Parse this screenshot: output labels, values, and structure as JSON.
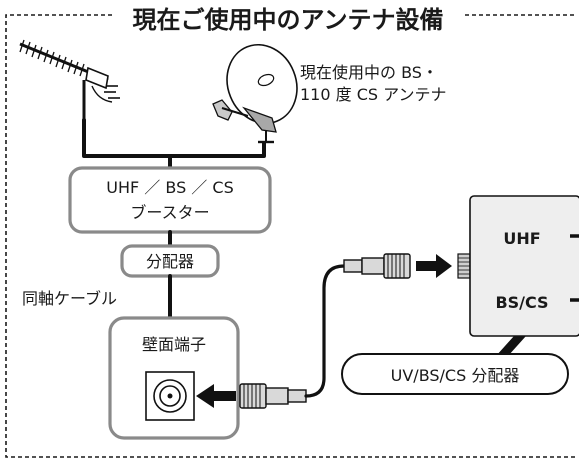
{
  "title": "現在ご使用中のアンテナ設備",
  "dish_caption": {
    "line1": "現在使用中の BS・",
    "line2": "110 度 CS アンテナ"
  },
  "booster": {
    "line1": "UHF ／ BS ／ CS",
    "line2": "ブースター"
  },
  "splitter_small": "分配器",
  "coax_label": "同軸ケーブル",
  "wall_outlet": "壁面端子",
  "uv_splitter": {
    "port_uhf": "UHF",
    "port_bscs": "BS/CS",
    "name": "UV/BS/CS 分配器"
  }
}
